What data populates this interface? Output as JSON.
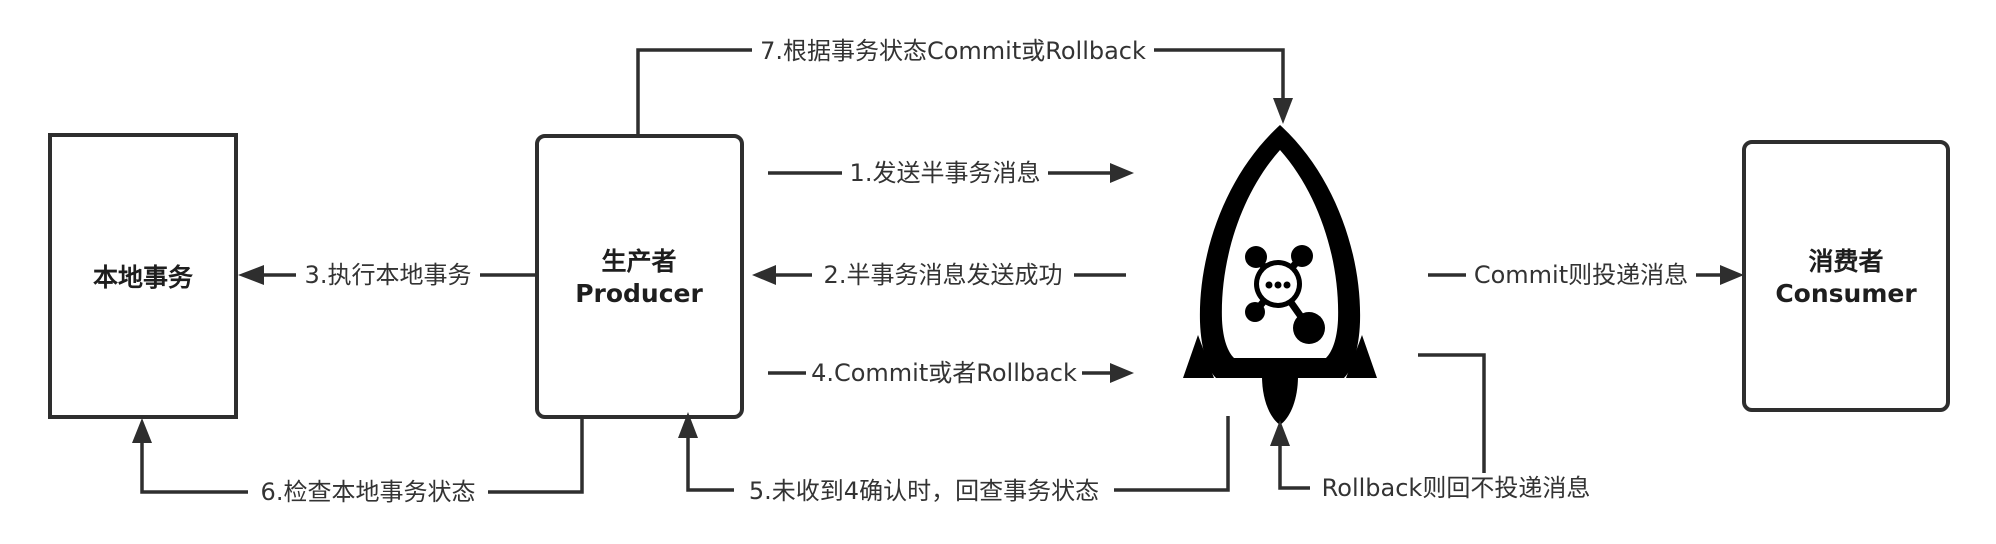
{
  "nodes": {
    "local_tx": {
      "title": "本地事务"
    },
    "producer": {
      "title": "生产者",
      "subtitle": "Producer"
    },
    "consumer": {
      "title": "消费者",
      "subtitle": "Consumer"
    },
    "broker": {
      "icon": "rocket-icon"
    }
  },
  "edges": {
    "e1": "1.发送半事务消息",
    "e2": "2.半事务消息发送成功",
    "e3": "3.执行本地事务",
    "e4": "4.Commit或者Rollback",
    "e5": "5.未收到4确认时，回查事务状态",
    "e6": "6.检查本地事务状态",
    "e7": "7.根据事务状态Commit或Rollback",
    "commit": "Commit则投递消息",
    "rollback": "Rollback则回不投递消息"
  },
  "colors": {
    "stroke": "#2e2e2e",
    "text": "#333333",
    "background": "#ffffff"
  }
}
